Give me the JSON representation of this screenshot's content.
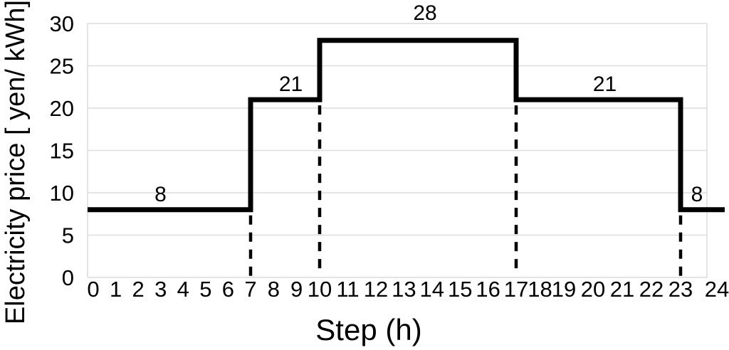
{
  "chart_data": {
    "type": "line",
    "subtype": "step",
    "title": "",
    "xlabel": "Step (h)",
    "ylabel": "Electricity price [ yen/ kWh]",
    "xlim": [
      0,
      24
    ],
    "ylim": [
      0,
      30
    ],
    "x_ticks": [
      0,
      1,
      2,
      3,
      4,
      5,
      6,
      7,
      8,
      9,
      10,
      11,
      12,
      13,
      14,
      15,
      16,
      17,
      18,
      19,
      20,
      21,
      22,
      23,
      24
    ],
    "y_ticks": [
      0,
      5,
      10,
      15,
      20,
      25,
      30
    ],
    "grid": true,
    "legend": false,
    "line_color": "#000000",
    "grid_color": "#dcdcdc",
    "text_color": "#000000",
    "guide_style": "dashed",
    "dashed_guides_hours": [
      7,
      10,
      17,
      23
    ],
    "segments": [
      {
        "from_hour": 0,
        "to_hour": 7,
        "price": 8,
        "label": "8"
      },
      {
        "from_hour": 7,
        "to_hour": 10,
        "price": 21,
        "label": "21"
      },
      {
        "from_hour": 10,
        "to_hour": 17,
        "price": 28,
        "label": "28"
      },
      {
        "from_hour": 17,
        "to_hour": 23,
        "price": 21,
        "label": "21"
      },
      {
        "from_hour": 23,
        "to_hour": 24,
        "price": 8,
        "label": "8"
      }
    ]
  }
}
